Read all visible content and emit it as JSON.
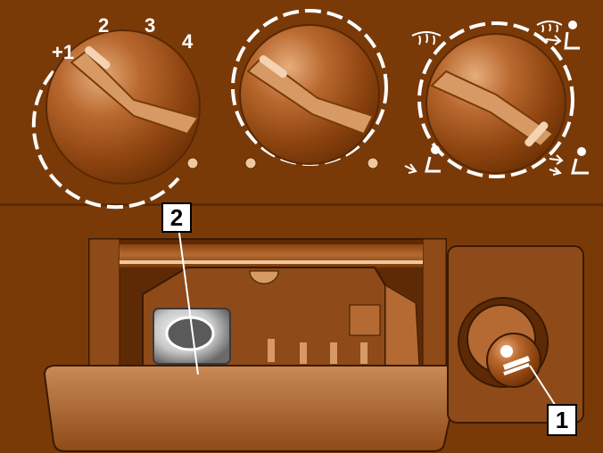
{
  "fan_dial": {
    "labels": [
      "+1",
      "2",
      "3",
      "4"
    ]
  },
  "callouts": [
    {
      "number": "2"
    },
    {
      "number": "1"
    }
  ],
  "icons": {
    "vent_selector": [
      "windshield-defrost-icon",
      "defrost-and-occupant-icon",
      "footwell-occupant-icon",
      "foot-and-defrost-occupant-icon"
    ],
    "outlet": "cigarette-lighter-icon"
  },
  "colors": {
    "panel": "#7a3a08",
    "knob": "#a65a22",
    "knob_highlight": "#e8b080",
    "dial_markings": "#ffffff",
    "tray_interior": "#5e2a05",
    "callout_box": "#ffffff"
  }
}
